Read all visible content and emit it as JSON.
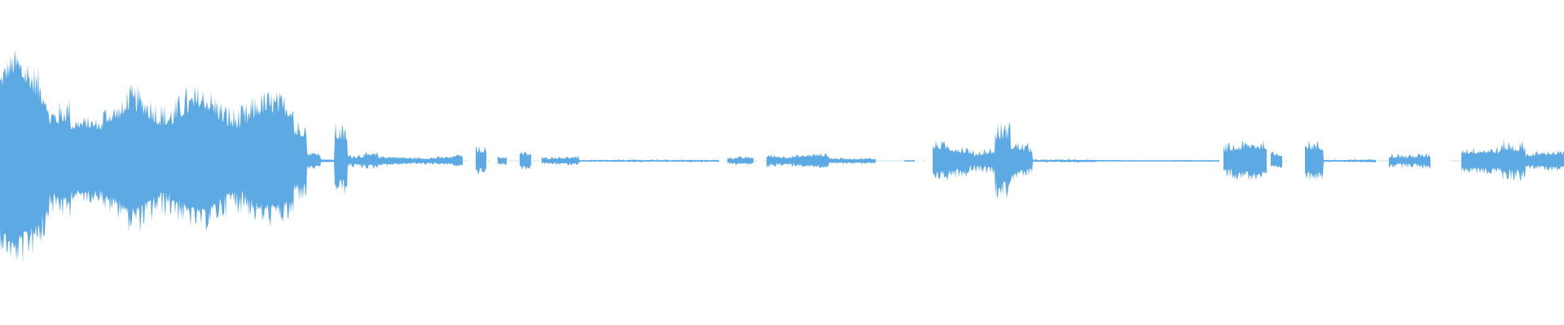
{
  "waveform": {
    "color": "#5ca9e3",
    "background": "#ffffff",
    "duration_fraction_segments": [
      {
        "start": 0.0,
        "end": 0.012,
        "amp": 0.58,
        "jag": 0.1
      },
      {
        "start": 0.012,
        "end": 0.03,
        "amp": 0.52,
        "jag": 0.14
      },
      {
        "start": 0.03,
        "end": 0.045,
        "amp": 0.36,
        "jag": 0.1
      },
      {
        "start": 0.045,
        "end": 0.066,
        "amp": 0.26,
        "jag": 0.05
      },
      {
        "start": 0.066,
        "end": 0.08,
        "amp": 0.32,
        "jag": 0.08
      },
      {
        "start": 0.08,
        "end": 0.12,
        "amp": 0.37,
        "jag": 0.11
      },
      {
        "start": 0.12,
        "end": 0.16,
        "amp": 0.34,
        "jag": 0.1
      },
      {
        "start": 0.16,
        "end": 0.188,
        "amp": 0.36,
        "jag": 0.1
      },
      {
        "start": 0.188,
        "end": 0.196,
        "amp": 0.2,
        "jag": 0.08
      },
      {
        "start": 0.196,
        "end": 0.205,
        "amp": 0.04,
        "jag": 0.02
      },
      {
        "start": 0.205,
        "end": 0.214,
        "amp": 0.01,
        "jag": 0.0
      },
      {
        "start": 0.214,
        "end": 0.222,
        "amp": 0.2,
        "jag": 0.07
      },
      {
        "start": 0.222,
        "end": 0.242,
        "amp": 0.03,
        "jag": 0.02
      },
      {
        "start": 0.242,
        "end": 0.29,
        "amp": 0.018,
        "jag": 0.01
      },
      {
        "start": 0.29,
        "end": 0.296,
        "amp": 0.03,
        "jag": 0.01
      },
      {
        "start": 0.304,
        "end": 0.311,
        "amp": 0.07,
        "jag": 0.03
      },
      {
        "start": 0.318,
        "end": 0.324,
        "amp": 0.02,
        "jag": 0.01
      },
      {
        "start": 0.332,
        "end": 0.34,
        "amp": 0.05,
        "jag": 0.02
      },
      {
        "start": 0.346,
        "end": 0.37,
        "amp": 0.015,
        "jag": 0.01
      },
      {
        "start": 0.37,
        "end": 0.46,
        "amp": 0.004,
        "jag": 0.004
      },
      {
        "start": 0.465,
        "end": 0.482,
        "amp": 0.015,
        "jag": 0.01
      },
      {
        "start": 0.49,
        "end": 0.53,
        "amp": 0.03,
        "jag": 0.015
      },
      {
        "start": 0.53,
        "end": 0.56,
        "amp": 0.012,
        "jag": 0.008
      },
      {
        "start": 0.578,
        "end": 0.585,
        "amp": 0.004,
        "jag": 0.002
      },
      {
        "start": 0.596,
        "end": 0.62,
        "amp": 0.08,
        "jag": 0.04
      },
      {
        "start": 0.62,
        "end": 0.636,
        "amp": 0.05,
        "jag": 0.03
      },
      {
        "start": 0.636,
        "end": 0.646,
        "amp": 0.14,
        "jag": 0.08
      },
      {
        "start": 0.646,
        "end": 0.66,
        "amp": 0.08,
        "jag": 0.04
      },
      {
        "start": 0.66,
        "end": 0.7,
        "amp": 0.006,
        "jag": 0.004
      },
      {
        "start": 0.7,
        "end": 0.78,
        "amp": 0.003,
        "jag": 0.002
      },
      {
        "start": 0.782,
        "end": 0.81,
        "amp": 0.09,
        "jag": 0.04
      },
      {
        "start": 0.812,
        "end": 0.82,
        "amp": 0.04,
        "jag": 0.02
      },
      {
        "start": 0.834,
        "end": 0.846,
        "amp": 0.09,
        "jag": 0.04
      },
      {
        "start": 0.846,
        "end": 0.88,
        "amp": 0.006,
        "jag": 0.003
      },
      {
        "start": 0.888,
        "end": 0.915,
        "amp": 0.03,
        "jag": 0.02
      },
      {
        "start": 0.934,
        "end": 0.96,
        "amp": 0.06,
        "jag": 0.03
      },
      {
        "start": 0.96,
        "end": 0.975,
        "amp": 0.09,
        "jag": 0.05
      },
      {
        "start": 0.975,
        "end": 1.0,
        "amp": 0.04,
        "jag": 0.02
      }
    ]
  }
}
